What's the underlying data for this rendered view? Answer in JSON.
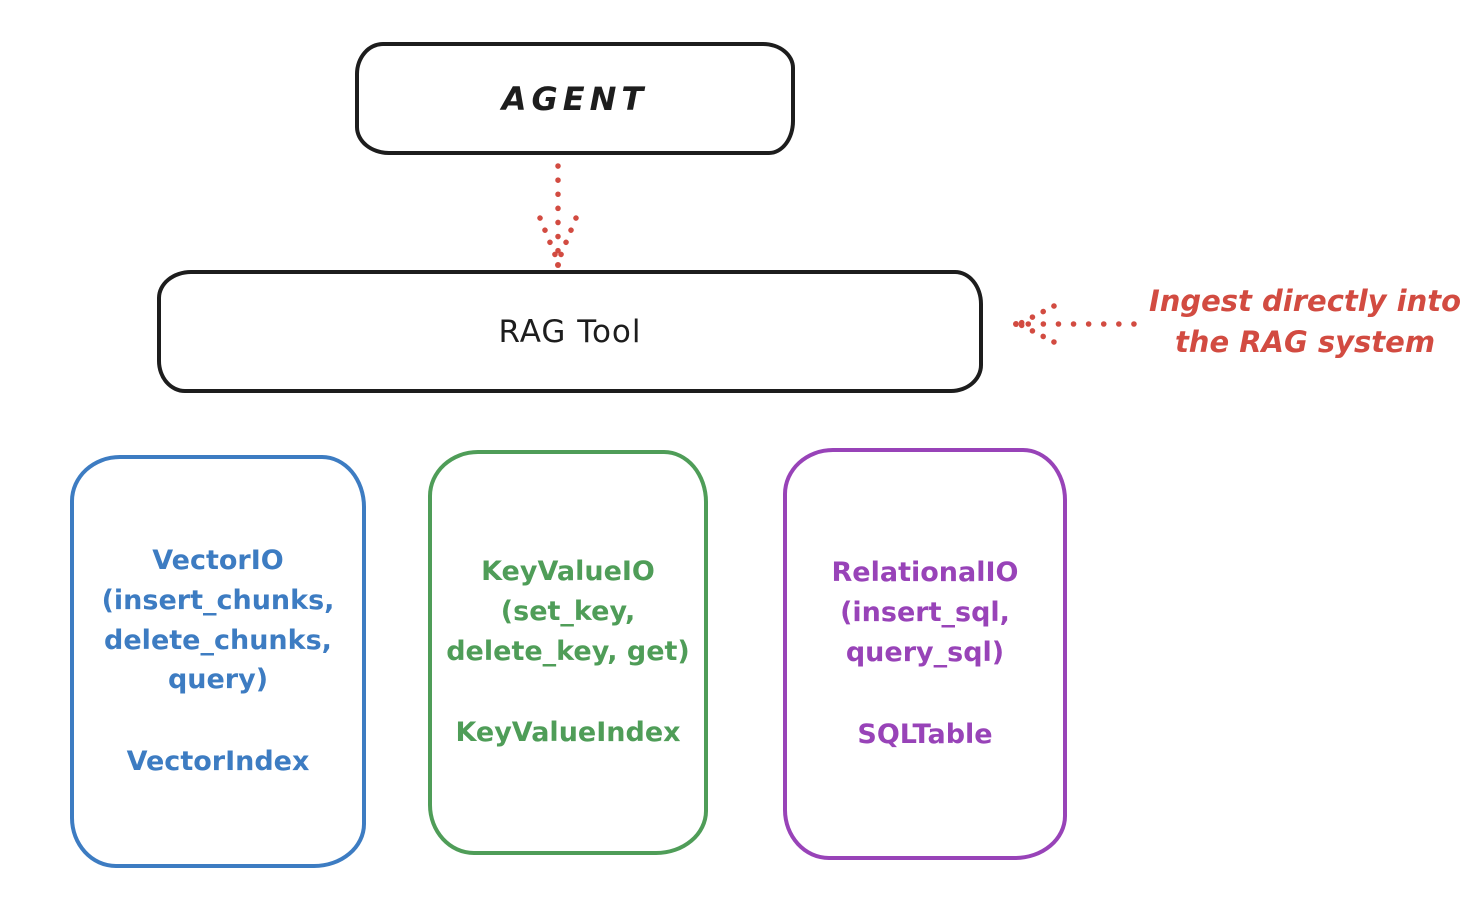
{
  "diagram": {
    "agent": {
      "label": "AGENT"
    },
    "rag_tool": {
      "label": "RAG Tool"
    },
    "annotation": {
      "line1": "Ingest directly into",
      "line2": "the RAG system"
    },
    "io_boxes": [
      {
        "name": "vector-io",
        "title": "VectorIO",
        "methods": [
          "(insert_chunks,",
          "delete_chunks,",
          "query)"
        ],
        "index": "VectorIndex",
        "color": "#3d7cc2"
      },
      {
        "name": "keyvalue-io",
        "title": "KeyValueIO",
        "methods": [
          "(set_key,",
          "delete_key, get)"
        ],
        "index": "KeyValueIndex",
        "color": "#4f9d58"
      },
      {
        "name": "relational-io",
        "title": "RelationalIO",
        "methods": [
          "(insert_sql,",
          "query_sql)"
        ],
        "index": "SQLTable",
        "color": "#9843b8"
      }
    ],
    "colors": {
      "stroke": "#1d1d1d",
      "arrow_red": "#d24b41",
      "blue": "#3d7cc2",
      "green": "#4f9d58",
      "purple": "#9843b8"
    }
  }
}
